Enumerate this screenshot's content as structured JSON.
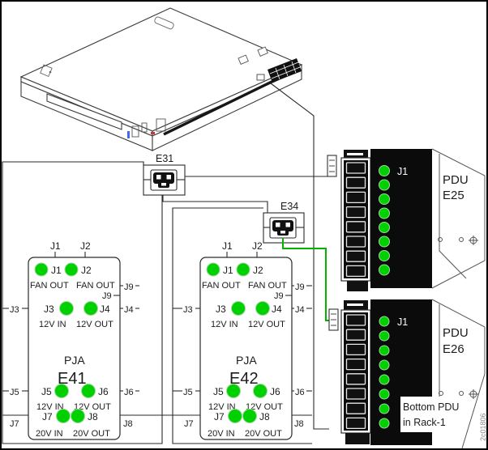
{
  "connectors": {
    "e31_label": "E31",
    "e34_label": "E34"
  },
  "boards": {
    "e41": {
      "type_label": "PJA",
      "id_label": "E41",
      "top_ports": [
        "J1",
        "J2"
      ],
      "led_ports": {
        "j1": "J1",
        "j2": "J2",
        "j3": "J3",
        "j4": "J4",
        "j5": "J5",
        "j6": "J6",
        "j7": "J7",
        "j8": "J8"
      },
      "inner_j9": "J9",
      "captions": {
        "fan_out": "FAN OUT",
        "v12_in": "12V IN",
        "v12_out": "12V OUT",
        "v20_in": "20V IN",
        "v20_out": "20V OUT"
      },
      "ext_left": [
        "J3",
        "J5",
        "J7"
      ],
      "ext_right": [
        "J9",
        "J4",
        "J6",
        "J8"
      ]
    },
    "e42": {
      "type_label": "PJA",
      "id_label": "E42",
      "top_ports": [
        "J1",
        "J2"
      ],
      "led_ports": {
        "j1": "J1",
        "j2": "J2",
        "j3": "J3",
        "j4": "J4",
        "j5": "J5",
        "j6": "J6",
        "j7": "J7",
        "j8": "J8"
      },
      "inner_j9": "J9",
      "captions": {
        "fan_out": "FAN OUT",
        "v12_in": "12V IN",
        "v12_out": "12V OUT",
        "v20_in": "20V IN",
        "v20_out": "20V OUT"
      },
      "ext_left": [
        "J3",
        "J5",
        "J7"
      ],
      "ext_right": [
        "J9",
        "J4",
        "J6",
        "J8"
      ]
    }
  },
  "pdus": {
    "e25": {
      "name_line1": "PDU",
      "name_line2": "E25",
      "port_label": "J1",
      "led_count": 8
    },
    "e26": {
      "name_line1": "PDU",
      "name_line2": "E26",
      "port_label": "J1",
      "led_count": 8,
      "note_line1": "Bottom PDU",
      "note_line2": "in Rack-1"
    }
  },
  "figure_id": "2c01806",
  "colors": {
    "led_green": "#00CF00",
    "wire_green": "#00B400"
  }
}
